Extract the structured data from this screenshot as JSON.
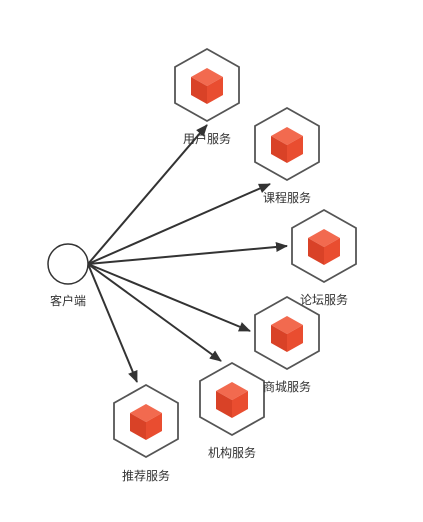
{
  "client": {
    "label": "客户端"
  },
  "services": [
    {
      "label": "用户服务"
    },
    {
      "label": "课程服务"
    },
    {
      "label": "论坛服务"
    },
    {
      "label": "商城服务"
    },
    {
      "label": "机构服务"
    },
    {
      "label": "推荐服务"
    }
  ],
  "colors": {
    "line": "#333333",
    "hex_fill": "#ffffff",
    "hex_stroke": "#555555",
    "cube_left": "#d94227",
    "cube_right": "#e94d30",
    "cube_top": "#f26a4f"
  },
  "icons": {
    "client": "circle",
    "service": "hexagon-cube-icon"
  }
}
